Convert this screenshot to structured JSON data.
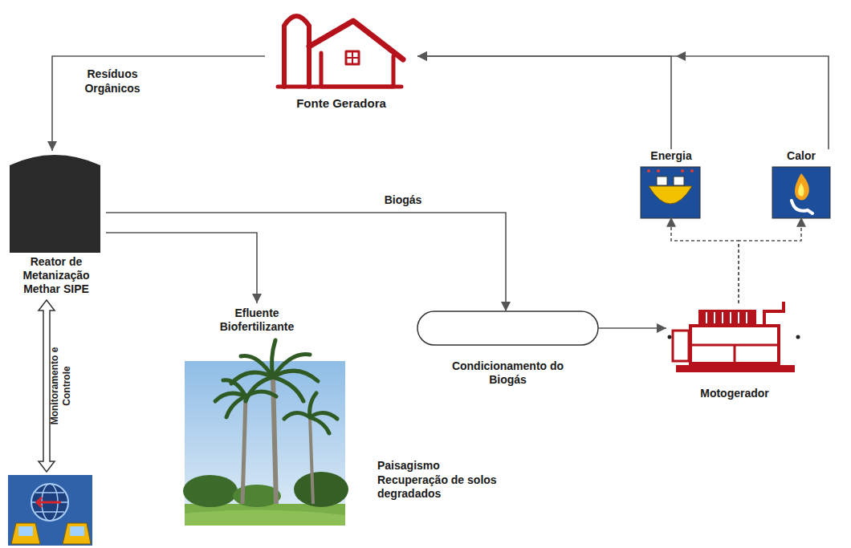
{
  "diagram": {
    "nodes": [
      {
        "text": [
          "Fonte Geradora"
        ]
      },
      {
        "text": [
          "Reator de Metanização Methar SIPE"
        ]
      },
      {
        "text": [
          "Efluente Biofertilizante"
        ]
      },
      {
        "text": [
          "Condicionamento do Biogás"
        ]
      },
      {
        "text": [
          "Motogerador"
        ]
      },
      {
        "text": [
          "Energia"
        ]
      },
      {
        "text": [
          "Calor"
        ]
      }
    ],
    "edges": [
      {
        "from": 0,
        "to": 1,
        "label": "Resíduos Orgânicos",
        "arrow": "to"
      },
      {
        "from": 1,
        "to": 3,
        "label": "Biogás",
        "arrow": "to"
      },
      {
        "from": 1,
        "to": 2,
        "arrow": "to"
      },
      {
        "from": 3,
        "to": 4,
        "arrow": "to"
      },
      {
        "from": 4,
        "to": 5,
        "arrow": "to"
      },
      {
        "from": 4,
        "to": 6,
        "arrow": "to"
      },
      {
        "from": 5,
        "to": 0,
        "arrow": "to"
      },
      {
        "from": 6,
        "to": 0,
        "arrow": "to"
      }
    ],
    "labels": [
      "Monitoramento e Controle",
      "Paisagismo Recuperação de solos degradados"
    ]
  }
}
